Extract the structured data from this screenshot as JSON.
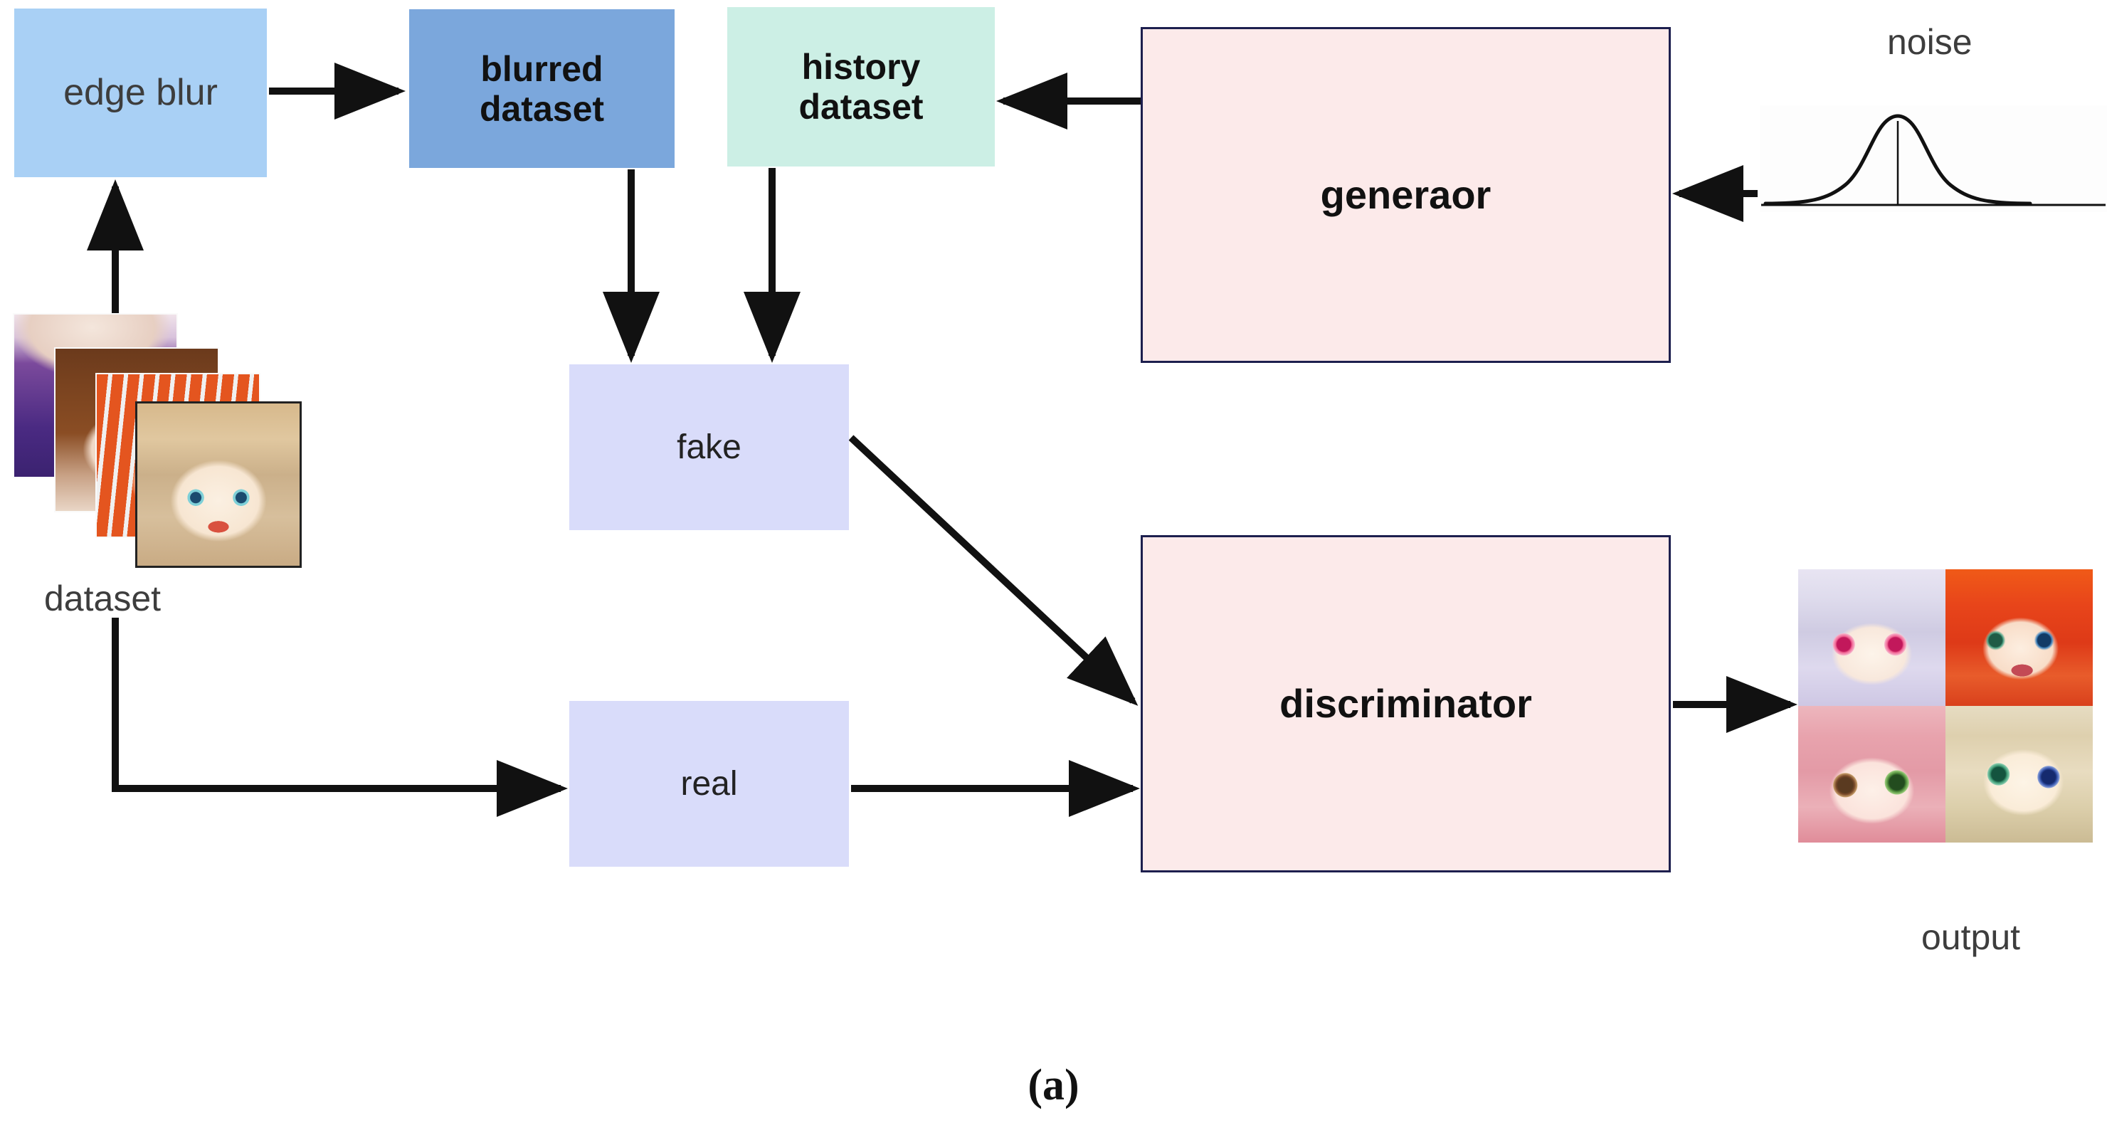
{
  "figure": {
    "caption": "(a)",
    "colors": {
      "edge_blur_fill": "#a9d0f5",
      "blurred_dataset_fill": "#7ba7dc",
      "history_dataset_fill": "#ccefe5",
      "model_fill": "#fceaea",
      "model_border": "#1d1f4e",
      "sample_fill": "#d9dcfa",
      "label_text": "#3d3d3d"
    }
  },
  "nodes": {
    "edge_blur": {
      "label": "edge blur",
      "name": "edge-blur-box"
    },
    "blurred_dataset": {
      "label": "blurred\ndataset",
      "line1": "blurred",
      "line2": "dataset"
    },
    "history_dataset": {
      "label": "history\ndataset",
      "line1": "history",
      "line2": "dataset"
    },
    "generator": {
      "label": "generaor"
    },
    "discriminator": {
      "label": "discriminator"
    },
    "fake": {
      "label": "fake"
    },
    "real": {
      "label": "real"
    }
  },
  "labels": {
    "dataset": "dataset",
    "noise": "noise",
    "output": "output"
  },
  "noise_plot": {
    "type": "line",
    "description": "gaussian-bell-curve",
    "has_center_line": true,
    "has_baseline": true
  },
  "dataset_thumbnails": [
    {
      "name": "anime-face-purple-hair",
      "alt": "blurred purple haired anime face"
    },
    {
      "name": "anime-face-brown-hair",
      "alt": "blurred brown haired anime face"
    },
    {
      "name": "anime-face-orange-hair",
      "alt": "blurred orange haired anime face"
    },
    {
      "name": "anime-face-blonde-hair",
      "alt": "blonde anime girl face"
    }
  ],
  "output_thumbnails": [
    {
      "name": "output-face-silver-hair",
      "alt": "silver hair pink eyes anime face"
    },
    {
      "name": "output-face-orange-hair",
      "alt": "orange hair anime face"
    },
    {
      "name": "output-face-pink-hair",
      "alt": "pink hair anime face"
    },
    {
      "name": "output-face-blonde-hair",
      "alt": "blonde hair anime face"
    }
  ],
  "edges": [
    {
      "from": "dataset",
      "to": "edge_blur",
      "style": "solid-arrow-up"
    },
    {
      "from": "edge_blur",
      "to": "blurred_dataset",
      "style": "solid-arrow-right"
    },
    {
      "from": "blurred_dataset",
      "to": "fake",
      "style": "solid-arrow-down"
    },
    {
      "from": "history_dataset",
      "to": "fake",
      "style": "solid-arrow-down"
    },
    {
      "from": "generator",
      "to": "history_dataset",
      "style": "solid-arrow-left"
    },
    {
      "from": "noise",
      "to": "generator",
      "style": "solid-arrow-left"
    },
    {
      "from": "fake",
      "to": "discriminator",
      "style": "solid-arrow-diagonal"
    },
    {
      "from": "dataset",
      "to": "real",
      "style": "elbow-arrow-right"
    },
    {
      "from": "real",
      "to": "discriminator",
      "style": "solid-arrow-right"
    },
    {
      "from": "discriminator",
      "to": "output",
      "style": "solid-arrow-right"
    }
  ]
}
